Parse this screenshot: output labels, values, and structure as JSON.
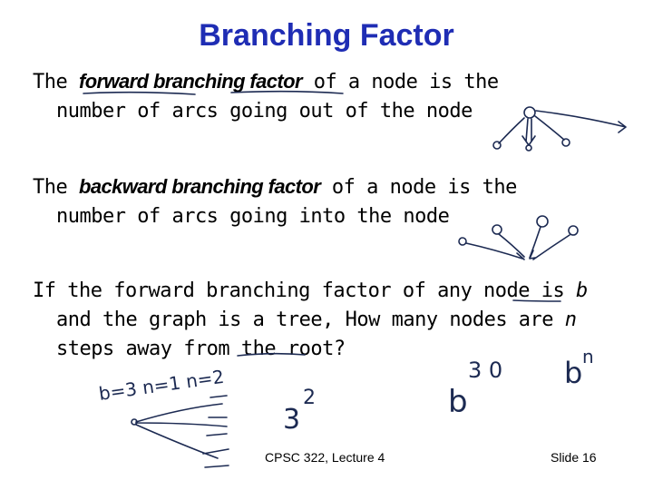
{
  "title": "Branching Factor",
  "p1": {
    "prefix": "The ",
    "term": "forward branching factor",
    "suffix": " of a node is the",
    "line2": "number of arcs going out of the node"
  },
  "p2": {
    "prefix": "The ",
    "term": "backward branching factor",
    "suffix": " of a node is the",
    "line2": "number of arcs going into the node"
  },
  "p3": {
    "line1": "If the forward branching factor of any node is ",
    "b": "b",
    "line2_prefix": "and the graph is a tree, How many nodes are ",
    "n": "n",
    "line3": "steps away from the root?"
  },
  "handwriting": {
    "params": "b=3  n=1  n=2",
    "three_sq_base": "3",
    "three_sq_exp": "2",
    "thirty": "3 0",
    "b_char": "b",
    "bn_base": "b",
    "bn_exp": "n"
  },
  "footer": {
    "course": "CPSC 322, Lecture 4",
    "slide": "Slide 16"
  }
}
